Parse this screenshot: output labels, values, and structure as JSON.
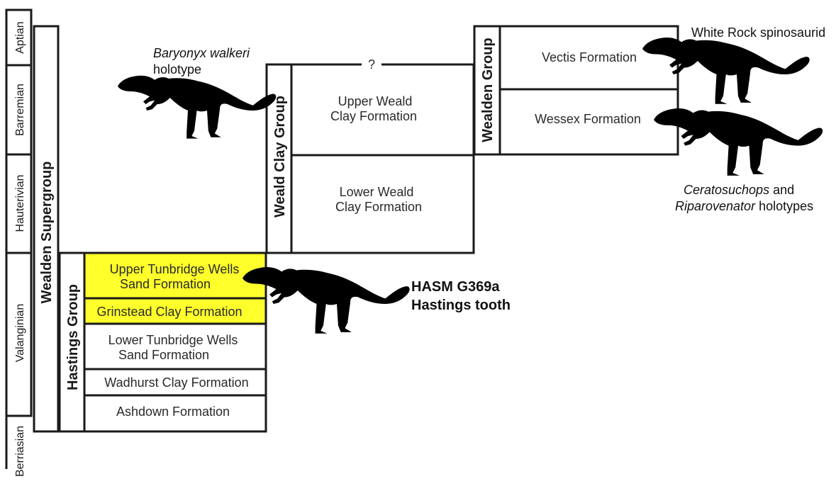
{
  "stages": [
    {
      "id": "aptian",
      "name": "Aptian"
    },
    {
      "id": "barremian",
      "name": "Barremian"
    },
    {
      "id": "hauterivian",
      "name": "Hauterivian"
    },
    {
      "id": "valanginian",
      "name": "Valanginian"
    },
    {
      "id": "berriasian",
      "name": "Berriasian"
    }
  ],
  "supergroup": "Wealden Supergroup",
  "groups": {
    "hastings": "Hastings Group",
    "weald_clay": "Weald Clay Group",
    "wealden": "Wealden Group"
  },
  "formations": {
    "upper_tunbridge": [
      "Upper Tunbridge Wells",
      "Sand Formation"
    ],
    "grinstead": [
      "Grinstead Clay Formation"
    ],
    "lower_tunbridge": [
      "Lower Tunbridge Wells",
      "Sand Formation"
    ],
    "wadhurst": [
      "Wadhurst Clay Formation"
    ],
    "ashdown": [
      "Ashdown Formation"
    ],
    "upper_weald": [
      "Upper Weald",
      "Clay Formation"
    ],
    "lower_weald": [
      "Lower Weald",
      "Clay Formation"
    ],
    "vectis": [
      "Vectis Formation"
    ],
    "wessex": [
      "Wessex Formation"
    ]
  },
  "uncertain_mark": "?",
  "highlight_color": "#ffff2b",
  "specimens": {
    "baryonyx": {
      "italic": "Baryonyx walkeri",
      "line2": "holotype"
    },
    "white_rock": {
      "text": "White Rock spinosaurid"
    },
    "ceratosuchops": {
      "italic1": "Ceratosuchops",
      "and": " and",
      "italic2": "Riparovenator",
      "line2_rest": " holotypes"
    },
    "hastings": {
      "line1": "HASM G369a",
      "line2": "Hastings tooth"
    }
  },
  "silhouettes": [
    "spinosaurid-silhouette",
    "spinosaurid-silhouette",
    "spinosaurid-silhouette",
    "spinosaurid-silhouette"
  ]
}
